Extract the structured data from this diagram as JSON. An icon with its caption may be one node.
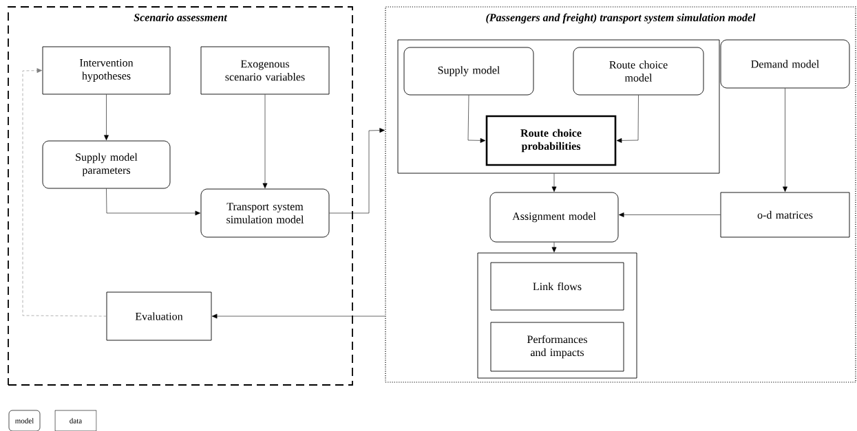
{
  "diagram": {
    "nodes": [
      {
        "text": [
          "Scenario assessment"
        ]
      },
      {
        "text": [
          "Intervention hypotheses"
        ],
        "in": 0
      },
      {
        "text": [
          "Exogenous scenario variables"
        ],
        "in": 0
      },
      {
        "text": [
          "Supply model parameters"
        ],
        "in": 0
      },
      {
        "text": [
          "Transport system simulation model"
        ],
        "in": 0
      },
      {
        "text": [
          "Evaluation"
        ],
        "in": 0
      },
      {
        "text": [
          "(Passengers and freight) transport system simulation model"
        ]
      },
      {
        "text": [],
        "shape": "box",
        "in": 6
      },
      {
        "text": [
          "Supply model"
        ],
        "in": 7
      },
      {
        "text": [
          "Route choice model"
        ],
        "in": 7
      },
      {
        "text": [
          "Route choice probabilities"
        ],
        "in": 7
      },
      {
        "text": [
          "Demand model"
        ],
        "in": 6
      },
      {
        "text": [
          "Assignment model"
        ],
        "in": 6
      },
      {
        "text": [
          "o-d matrices"
        ],
        "in": 6
      },
      {
        "text": [],
        "shape": "box",
        "in": 6
      },
      {
        "text": [
          "Link flows"
        ],
        "in": 14
      },
      {
        "text": [
          "Performances and impacts"
        ],
        "in": 14
      }
    ],
    "edges": [
      {
        "from": 1,
        "to": 3,
        "arrow": "to"
      },
      {
        "from": 2,
        "to": 4,
        "arrow": "to"
      },
      {
        "from": 3,
        "to": 4,
        "arrow": "to"
      },
      {
        "from": 4,
        "to": 6,
        "arrow": "to"
      },
      {
        "from": 8,
        "to": 10,
        "arrow": "to"
      },
      {
        "from": 9,
        "to": 10,
        "arrow": "to"
      },
      {
        "from": 7,
        "to": 12,
        "arrow": "to"
      },
      {
        "from": 11,
        "to": 13,
        "arrow": "to"
      },
      {
        "from": 13,
        "to": 12,
        "arrow": "to"
      },
      {
        "from": 12,
        "to": 14,
        "arrow": "to"
      },
      {
        "from": 6,
        "to": 5,
        "arrow": "to"
      },
      {
        "from": 5,
        "to": 1,
        "arrow": "to",
        "style": "dashed",
        "color": "#808080"
      }
    ],
    "legend": [
      {
        "text": "model"
      },
      {
        "text": "data"
      }
    ]
  }
}
